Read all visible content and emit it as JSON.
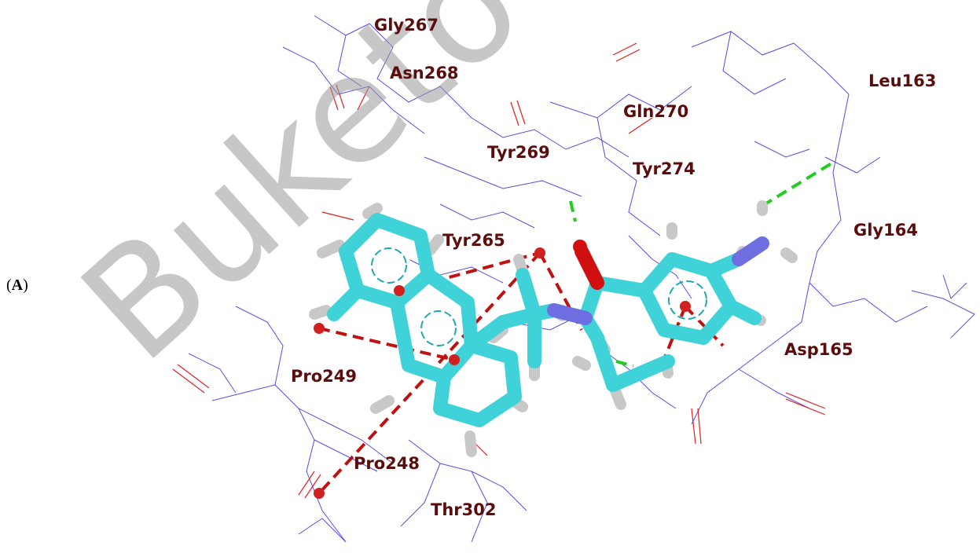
{
  "panel_label": {
    "open": "(",
    "letter": "A",
    "close": ")"
  },
  "watermark": "Buketo",
  "residues": {
    "gly267": "Gly267",
    "asn268": "Asn268",
    "leu163": "Leu163",
    "gln270": "Gln270",
    "tyr269": "Tyr269",
    "tyr274": "Tyr274",
    "gly164": "Gly164",
    "tyr265": "Tyr265",
    "asp165": "Asp165",
    "pro249": "Pro249",
    "pro248": "Pro248",
    "thr302": "Thr302"
  },
  "colors": {
    "label": "#5a0d0d",
    "protein_wire": "#5a4be0",
    "oxygen_wire": "#e02020",
    "ligand_carbon": "#3fd2d8",
    "hydrogen": "#c8c8c8",
    "nitrogen": "#6e6ee0",
    "oxygen_atom": "#d01010",
    "pi_interaction": "#c01010",
    "hbond": "#22cc22"
  }
}
